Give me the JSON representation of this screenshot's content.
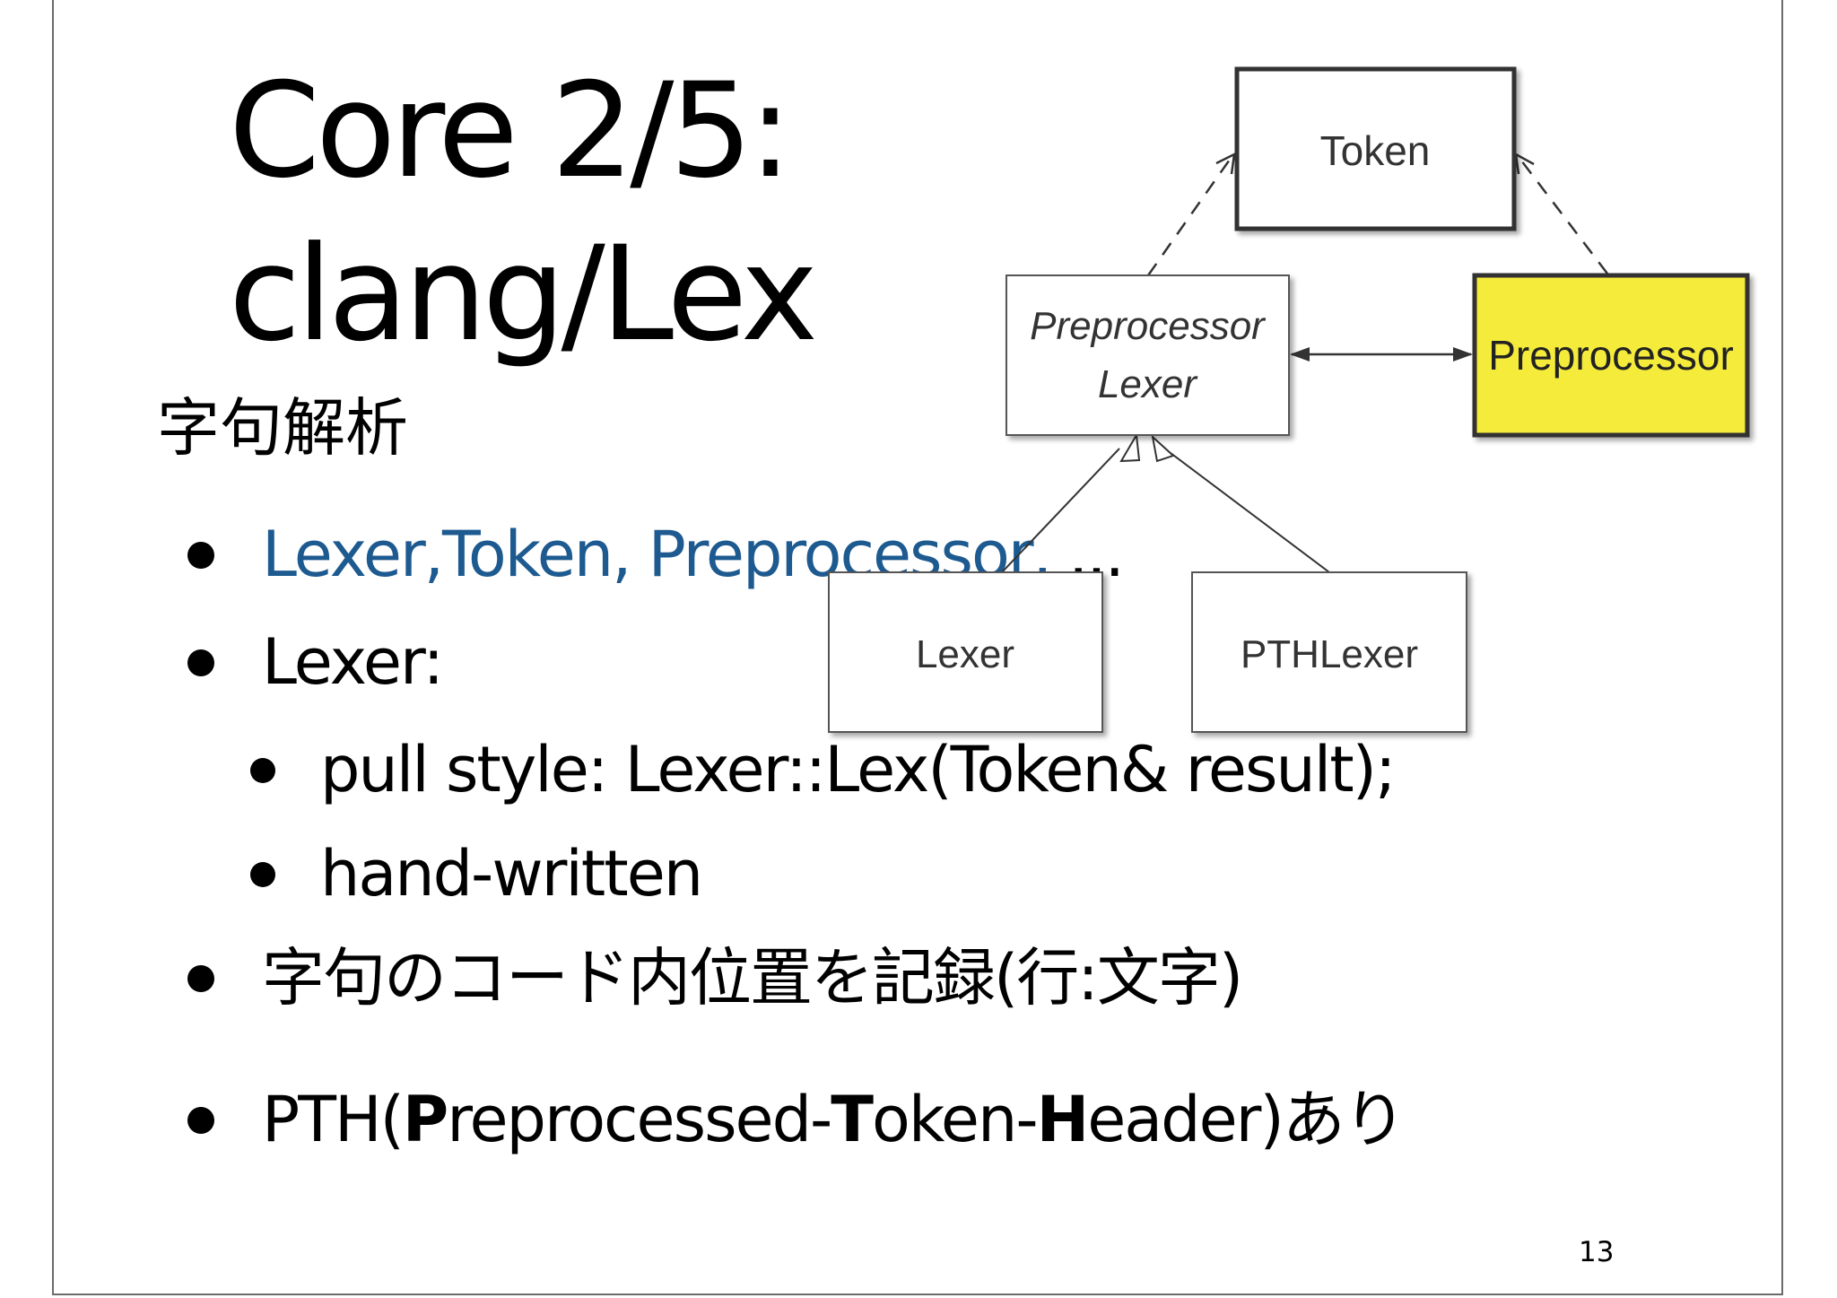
{
  "slide": {
    "title_line1": "Core 2/5:",
    "title_line2": "clang/Lex",
    "subtitle": "字句解析",
    "bullets": {
      "b1_lexer": "Lexer,",
      "b1_token": "Token,",
      "b1_pre": "Preprocessor,",
      "b1_tail": "...",
      "b2": "Lexer:",
      "b2a": "pull style:  Lexer::Lex(Token& result);",
      "b2b": "hand-written",
      "b3": "字句のコード内位置を記録(行:文字)",
      "b4_open": "PTH(",
      "b4_P": "P",
      "b4_reprocessed": "reprocessed-",
      "b4_T": "T",
      "b4_oken": "oken-",
      "b4_H": "H",
      "b4_close": "eader)あり"
    },
    "page_number": "13",
    "accent_color": "#1d5a90"
  },
  "diagram": {
    "highlight_color": "#f5eb3a",
    "nodes": {
      "token": "Token",
      "preprocessor_lexer_line1": "Preprocessor",
      "preprocessor_lexer_line2": "Lexer",
      "preprocessor": "Preprocessor",
      "lexer": "Lexer",
      "pthlexer": "PTHLexer"
    }
  }
}
